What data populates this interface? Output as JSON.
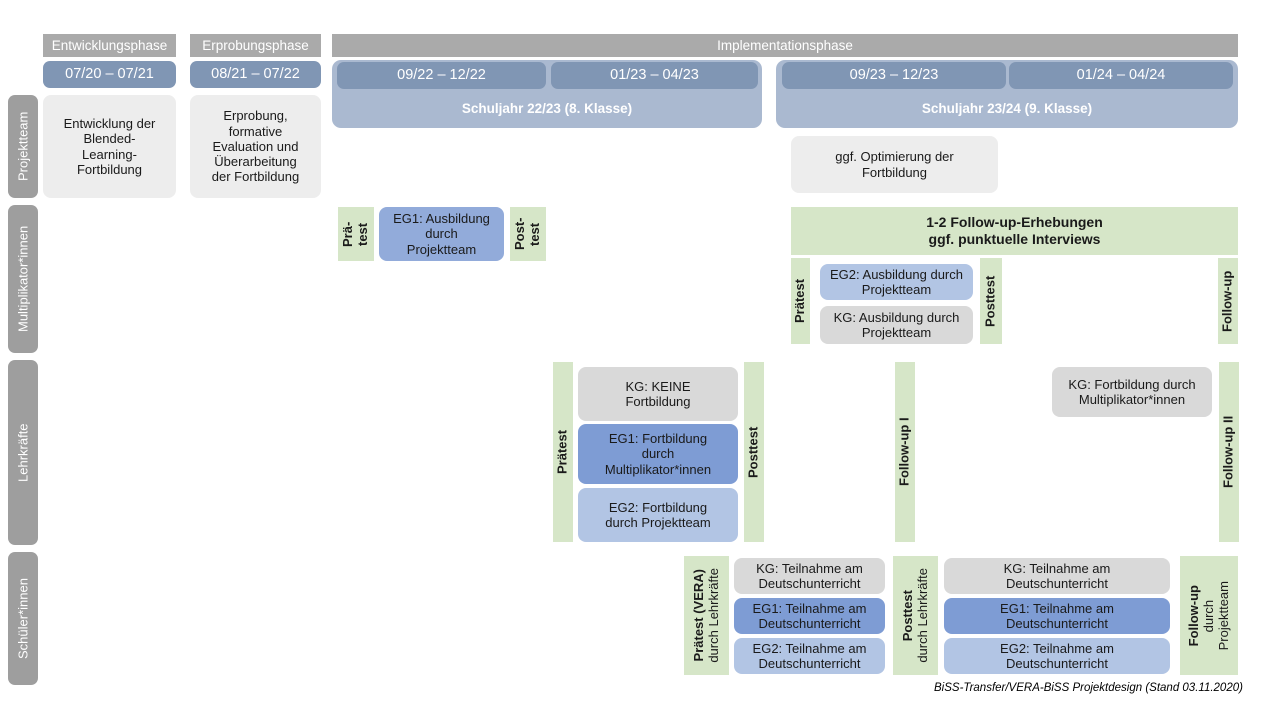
{
  "title": "BiSS-Transfer/VERA-BiSS Projektdesign",
  "footer": "BiSS-Transfer/VERA-BiSS Projektdesign (Stand 03.11.2020)",
  "colors": {
    "phase_header": "#aaaaaa",
    "period_chip": "#8096b4",
    "schoolyear": "#aab9d0",
    "row_label": "#9e9e9e",
    "green": "#d6e6c8",
    "kg_grey": "#d9d9d9",
    "neutral_grey": "#ededed",
    "eg1_blue": "#7e9cd4",
    "eg2_blue": "#b2c5e4",
    "ausbildung_blue": "#92abda"
  },
  "phases": [
    {
      "name": "Entwicklungsphase",
      "period": "07/20 – 07/21"
    },
    {
      "name": "Erprobungsphase",
      "period": "08/21 – 07/22"
    },
    {
      "name": "Implementationsphase"
    }
  ],
  "schoolyears": [
    {
      "label": "Schuljahr 22/23 (8. Klasse)",
      "periods": [
        "09/22 – 12/22",
        "01/23 – 04/23"
      ]
    },
    {
      "label": "Schuljahr 23/24 (9. Klasse)",
      "periods": [
        "09/23 – 12/23",
        "01/24 – 04/24"
      ]
    }
  ],
  "rows": [
    {
      "label": "Projektteam"
    },
    {
      "label": "Multiplikator*innen"
    },
    {
      "label": "Lehrkräfte"
    },
    {
      "label": "Schüler*innen"
    }
  ],
  "projektteam": {
    "entwicklung": "Entwicklung der\nBlended-\nLearning-\nFortbildung",
    "erprobung": "Erprobung,\nformative\nEvaluation und\nÜberarbeitung\nder Fortbildung",
    "optimierung": "ggf. Optimierung der\nFortbildung"
  },
  "multiplikator": {
    "praetest_1": "Prä-\ntest",
    "posttest_1": "Post-\ntest",
    "eg1": "EG1: Ausbildung\ndurch\nProjektteam",
    "followup_band": "1-2 Follow-up-Erhebungen\nggf. punktuelle Interviews",
    "praetest_2": "Prätest",
    "posttest_2": "Posttest",
    "eg2": "EG2:  Ausbildung durch\nProjektteam",
    "kg": "KG: Ausbildung durch\nProjektteam",
    "followup": "Follow-up"
  },
  "lehrkraefte": {
    "praetest": "Prätest",
    "posttest": "Posttest",
    "kg": "KG:  KEINE\nFortbildung",
    "eg1": "EG1: Fortbildung\ndurch\nMultiplikator*innen",
    "eg2": "EG2: Fortbildung\ndurch Projektteam",
    "followup_1": "Follow-up I",
    "kg_fortbildung": "KG: Fortbildung durch\nMultiplikator*innen",
    "followup_2": "Follow-up II"
  },
  "schueler": {
    "praetest_main": "Prätest (VERA)",
    "praetest_sub": "durch Lehrkräfte",
    "posttest_main": "Posttest",
    "posttest_sub": "durch Lehrkräfte",
    "followup_main": "Follow-up",
    "followup_sub": "durch\nProjektteam",
    "kg_1": "KG: Teilnahme am\nDeutschunterricht",
    "eg1_1": "EG1: Teilnahme am\nDeutschunterricht",
    "eg2_1": "EG2: Teilnahme am\nDeutschunterricht",
    "kg_2": "KG: Teilnahme am\nDeutschunterricht",
    "eg1_2": "EG1: Teilnahme am\nDeutschunterricht",
    "eg2_2": "EG2: Teilnahme am\nDeutschunterricht"
  }
}
